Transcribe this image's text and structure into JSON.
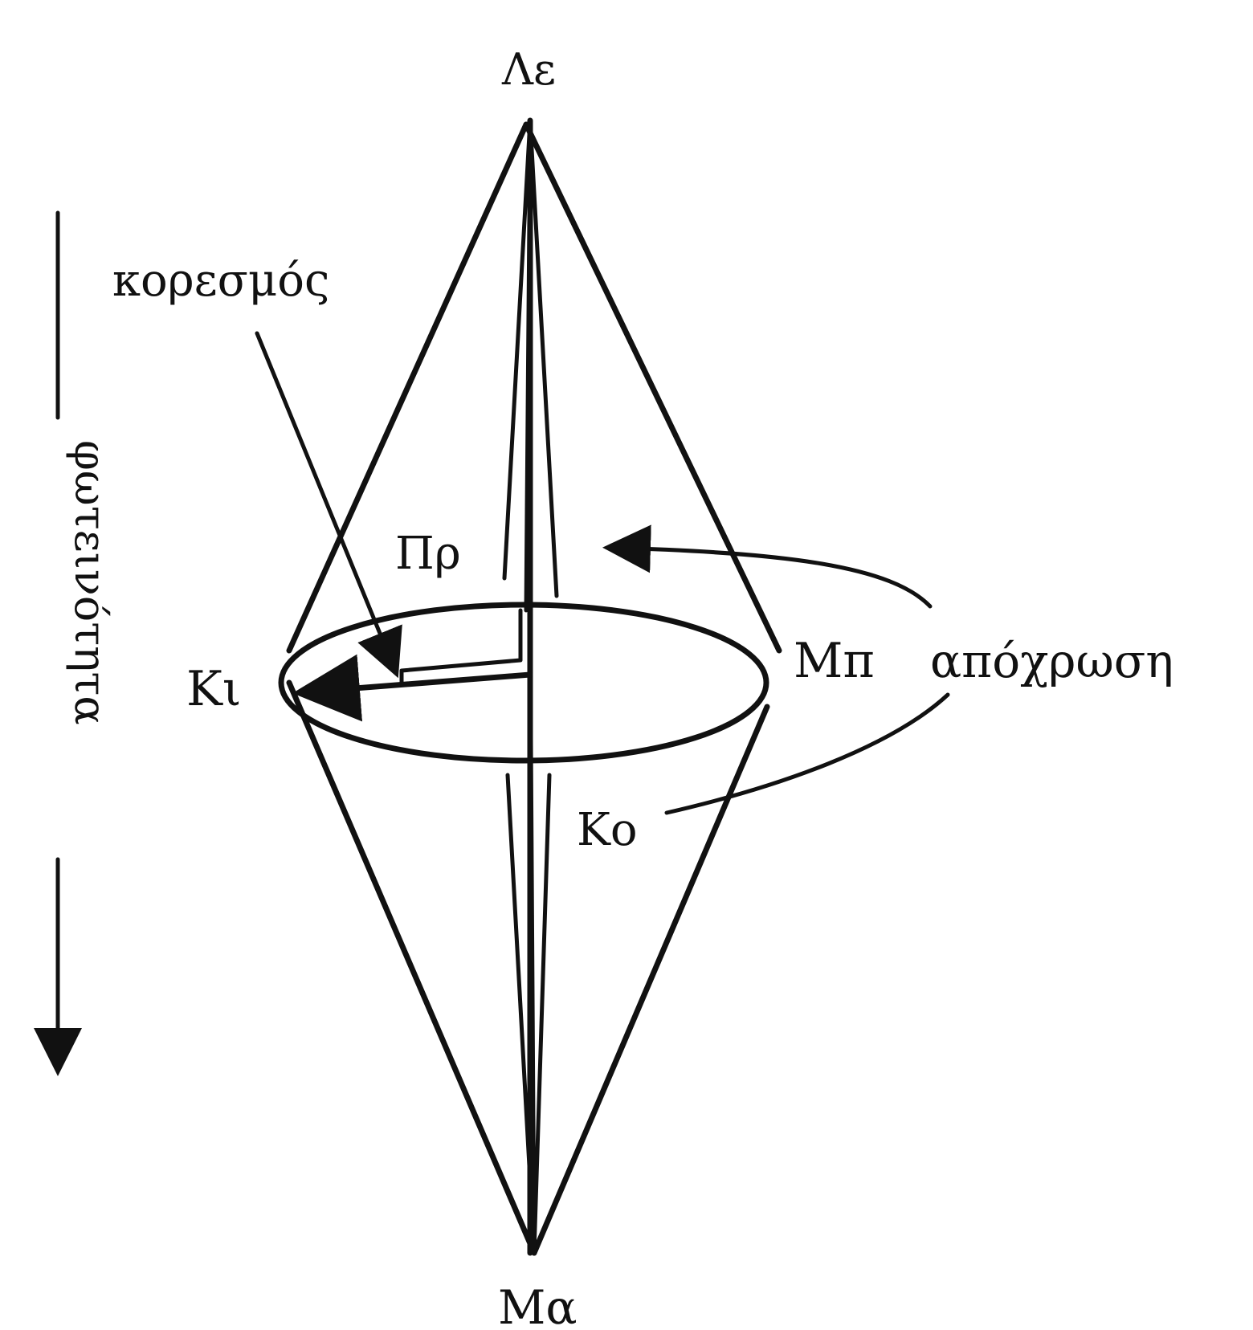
{
  "labels": {
    "top_vertex": "Λε",
    "bottom_vertex": "Μα",
    "left_vertex": "Κι",
    "right_vertex": "Μπ",
    "upper_axis_point": "Πρ",
    "lower_axis_point": "Κο",
    "saturation": "κορεσμός",
    "hue": "απόχρωση",
    "lightness": "φωτεινότητα"
  },
  "colors": {
    "ink": "#111111",
    "background": "#ffffff"
  }
}
